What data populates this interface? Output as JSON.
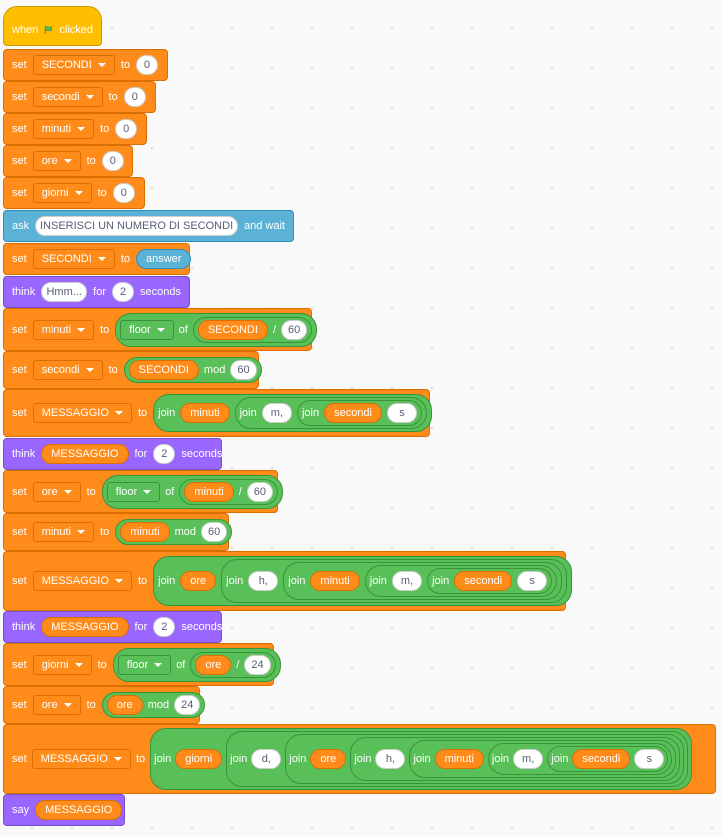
{
  "labels": {
    "when": "when",
    "clicked": "clicked",
    "set": "set",
    "to": "to",
    "ask": "ask",
    "and_wait": "and wait",
    "think": "think",
    "for": "for",
    "seconds": "seconds",
    "floor": "floor",
    "of": "of",
    "div": "/",
    "mod": "mod",
    "join": "join",
    "say": "say"
  },
  "vars": {
    "SECONDI": "SECONDI",
    "secondi": "secondi",
    "minuti": "minuti",
    "ore": "ore",
    "giorni": "giorni",
    "MESSAGGIO": "MESSAGGIO"
  },
  "values": {
    "zero": "0",
    "sixty": "60",
    "twentyfour": "24",
    "two": "2",
    "ask_text": "INSERISCI UN NUMERO DI SECONDI",
    "answer": "answer",
    "hmm": "Hmm...",
    "m": "m,",
    "s": "s",
    "h": "h,",
    "d": "d,"
  },
  "colors": {
    "events": "#ffbf00",
    "variables": "#ff8c1a",
    "sensing": "#5cb1d6",
    "looks": "#9966ff",
    "operators": "#59c059",
    "flag": "#4cbf56"
  },
  "icons": {
    "flag": "green-flag-icon",
    "dropdown": "dropdown-arrow-icon"
  }
}
